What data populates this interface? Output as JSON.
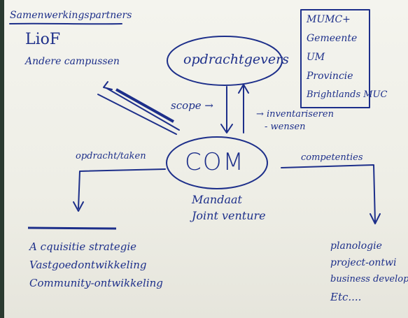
{
  "title": "Samenwerkingspartners",
  "partners_left": [
    "LioF",
    "Andere campussen"
  ],
  "client_node": "opdrachtgevers",
  "client_list": [
    "MUMC+",
    "Gemeente",
    "UM",
    "Provincie",
    "Brightlands MUC"
  ],
  "center_node": "COM",
  "center_sub": [
    "Mandaat",
    "Joint venture"
  ],
  "scope_label": "scope →",
  "inventory_label": [
    "→ inventariseren",
    "- wensen"
  ],
  "left_branch_label": "opdracht/taken",
  "right_branch_label": "competenties",
  "left_list": [
    "A cquisitie strategie",
    "Vastgoedontwikkeling",
    "Community-ontwikkeling"
  ],
  "right_list": [
    "planologie",
    "project-ontwi",
    "business develop",
    "Etc...."
  ],
  "colors": {
    "ink": "#1d2f8a",
    "paper": "#f2f2ec"
  }
}
